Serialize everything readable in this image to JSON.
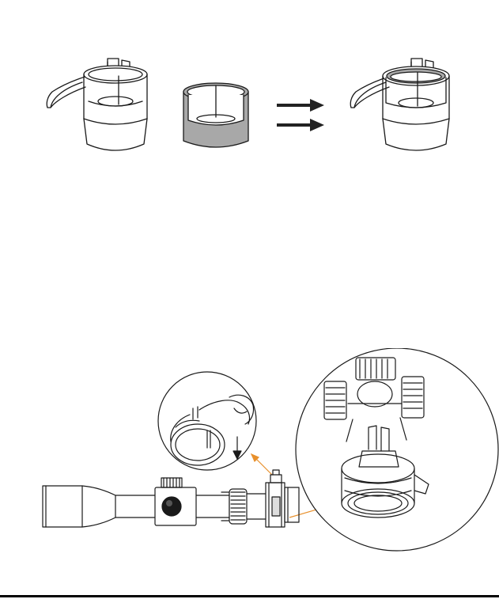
{
  "figures": [
    {
      "id": "adapter-insert-assembly",
      "parts": [
        "adapter-with-clip",
        "insert-sleeve",
        "assembled-adapter"
      ],
      "arrow_count": 2,
      "colors": {
        "line": "#1a1a1a",
        "sleeve": "#a8a8a8",
        "arrow": "#222222"
      }
    },
    {
      "id": "mount-on-scope",
      "parts": [
        "riflescope",
        "mounted-adapter",
        "detail-circle-clip",
        "detail-circle-installed"
      ],
      "colors": {
        "line": "#1a1a1a",
        "callout": "#e8902c"
      }
    }
  ]
}
